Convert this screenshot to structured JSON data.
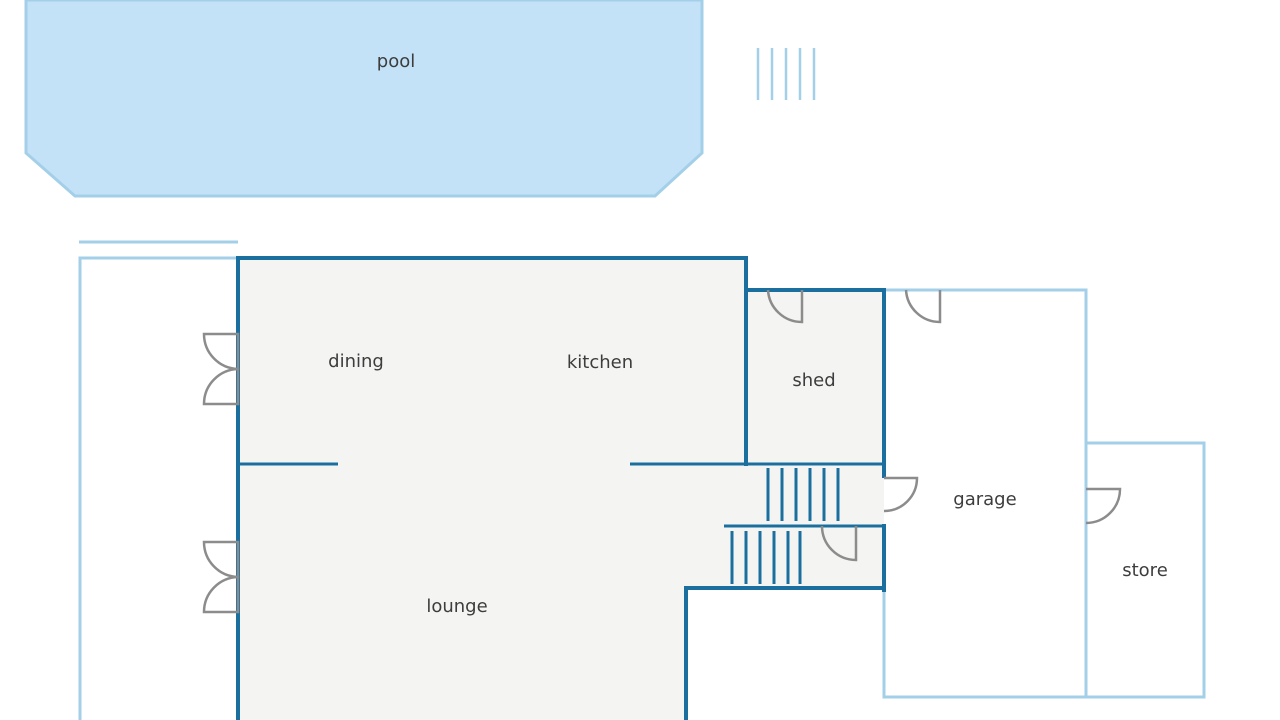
{
  "rooms": {
    "pool": "pool",
    "dining": "dining",
    "kitchen": "kitchen",
    "shed": "shed",
    "garage": "garage",
    "lounge": "lounge",
    "store": "store"
  },
  "colors": {
    "pool_fill": "#c3e2f7",
    "pool_edge": "#a3d0e8",
    "interior_fill": "#f4f4f3",
    "wall": "#1a6f9e",
    "outline": "#a3d0e8",
    "door": "#8c8c8c",
    "label": "#3d3d3d"
  }
}
